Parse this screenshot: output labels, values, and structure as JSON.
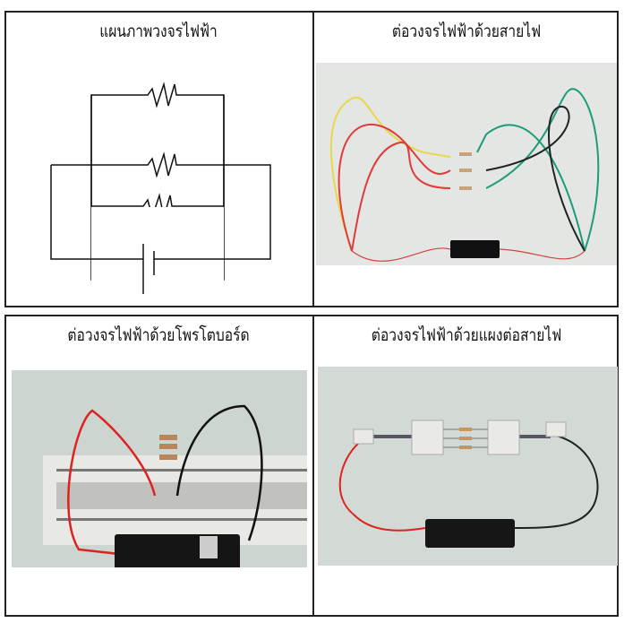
{
  "cells": [
    {
      "title": "แผนภาพวงจรไฟฟ้า"
    },
    {
      "title": "ต่อวงจรไฟฟ้าด้วยสายไฟ"
    },
    {
      "title": "ต่อวงจรไฟฟ้าด้วยโพรโตบอร์ด"
    },
    {
      "title": "ต่อวงจรไฟฟ้าด้วยแผงต่อสายไฟ"
    }
  ]
}
